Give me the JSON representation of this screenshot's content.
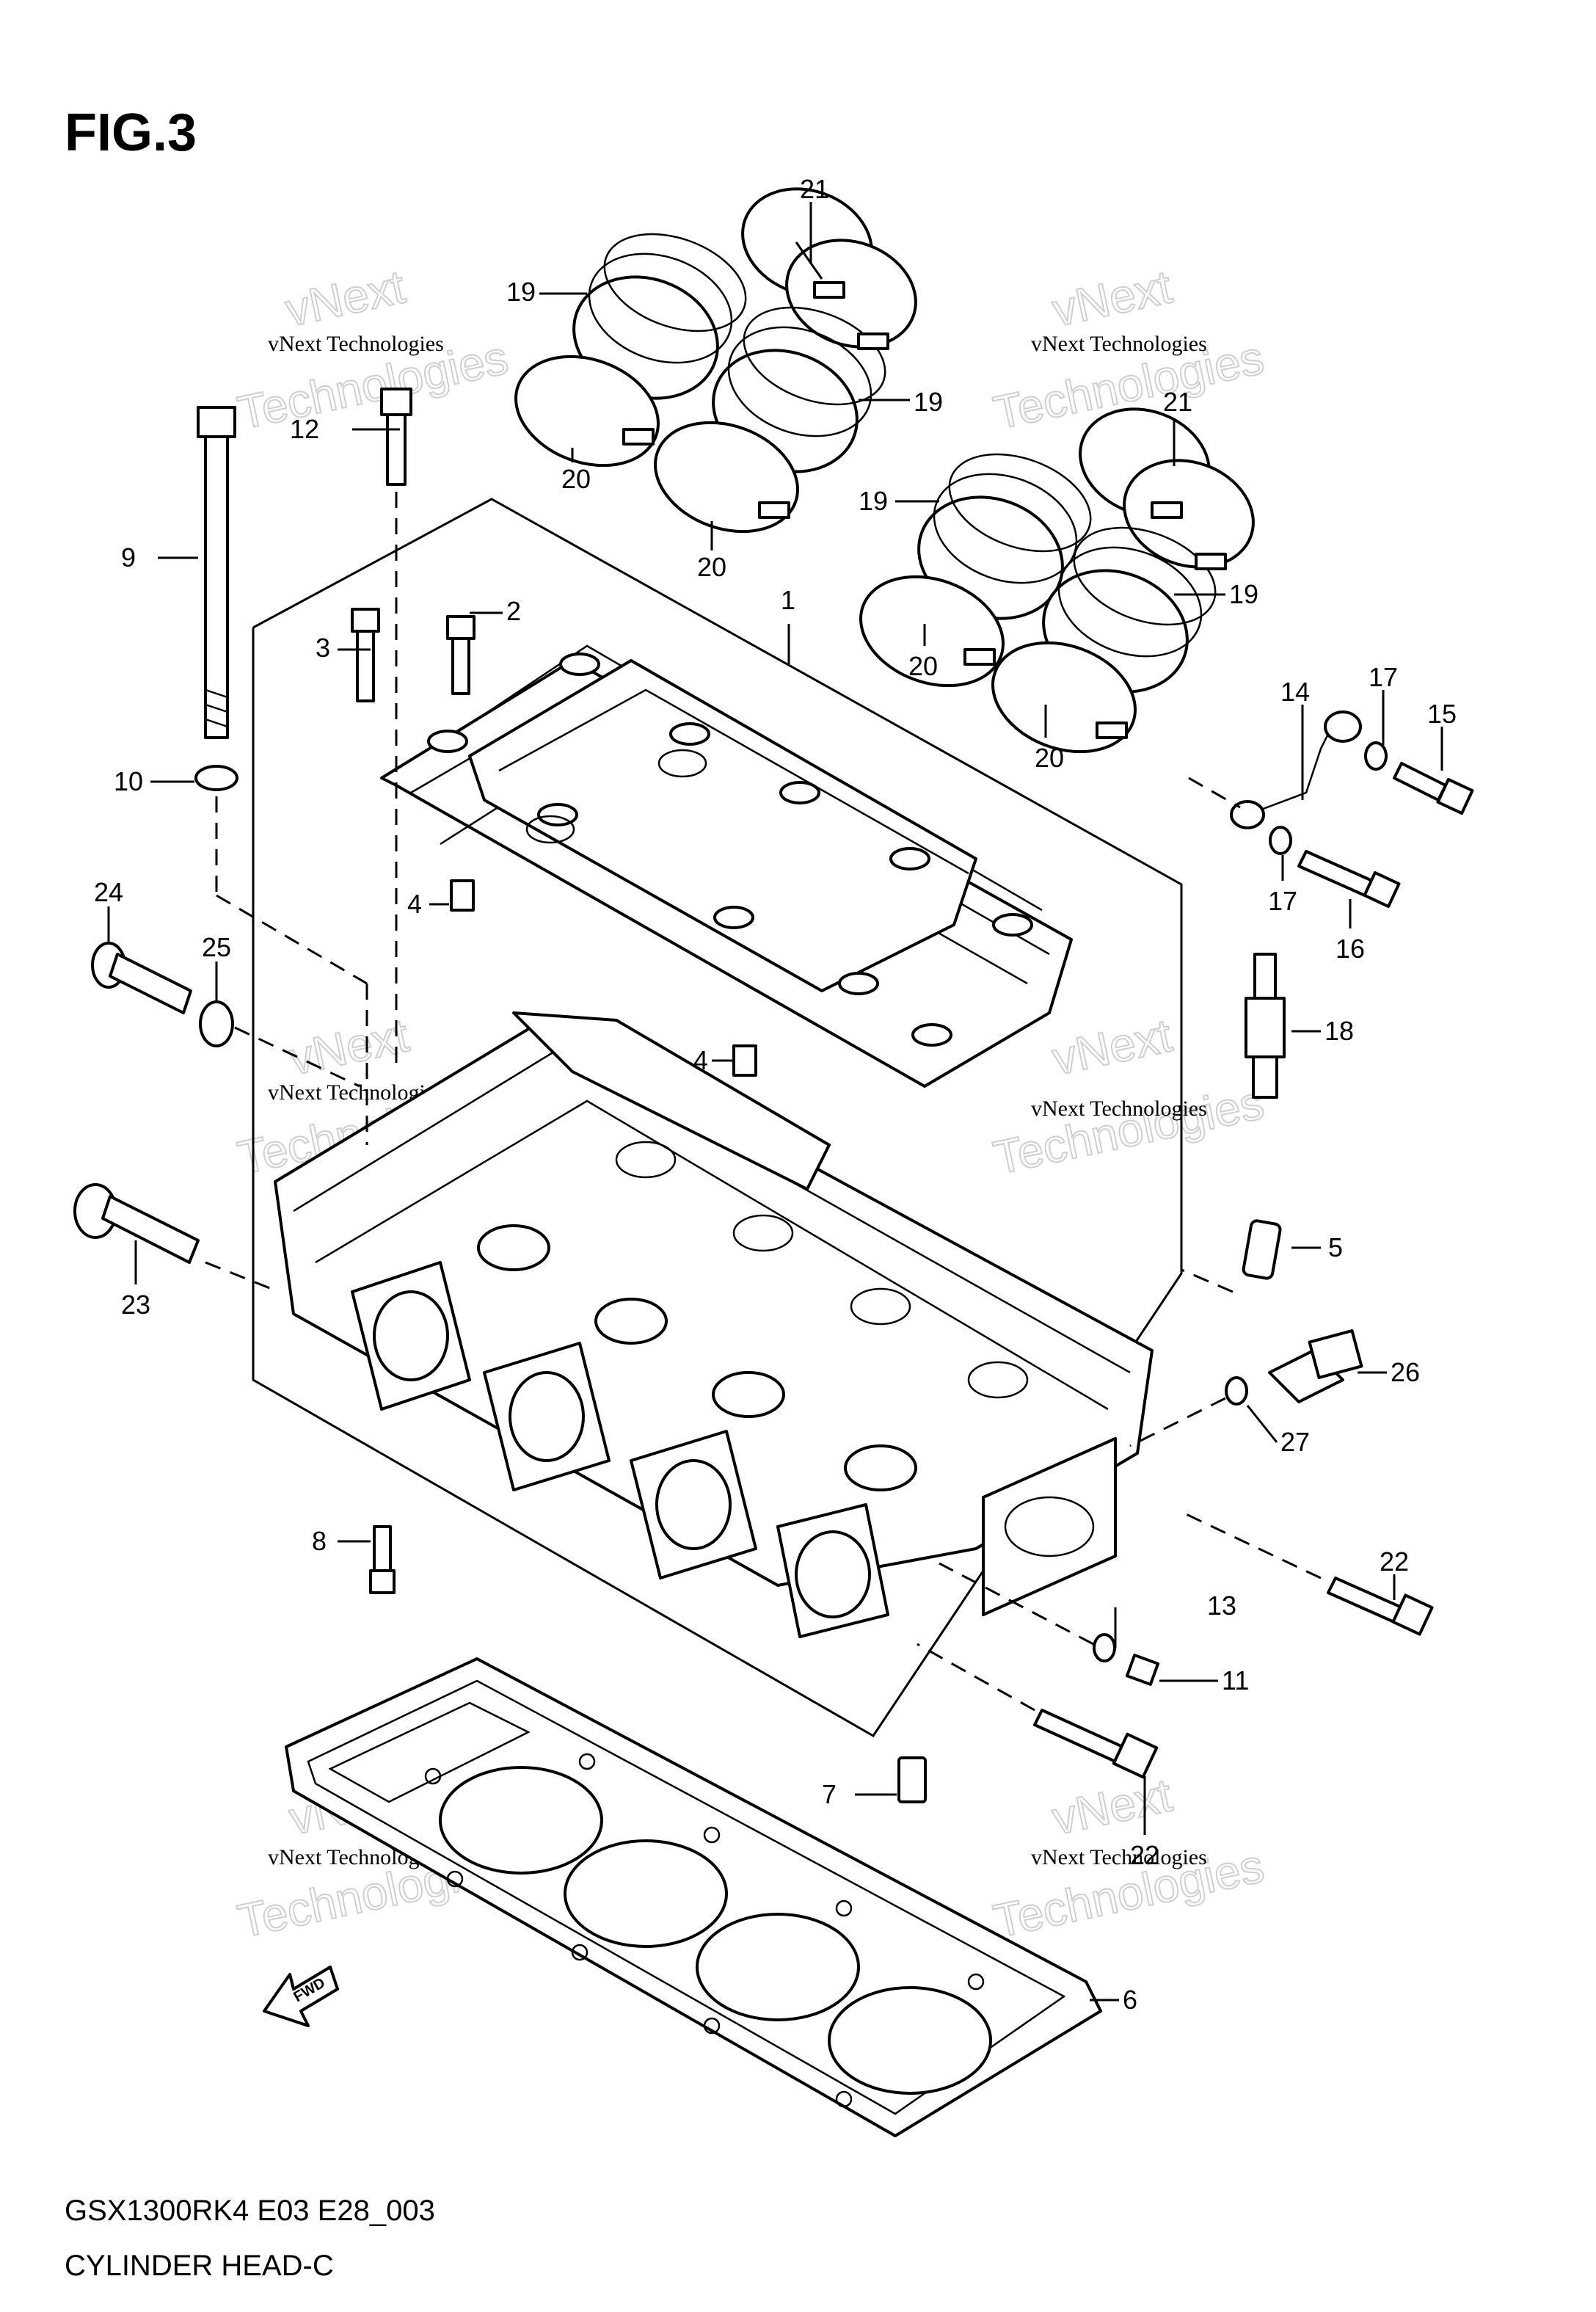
{
  "figure": {
    "title": "FIG.3"
  },
  "footer": {
    "model_code": "GSX1300RK4 E03 E28_003",
    "section_name": "CYLINDER HEAD-C"
  },
  "watermark": {
    "line1": "vNext Technologies",
    "line2": "vNext",
    "line3": "Technologies"
  },
  "fwd_marker": {
    "label": "FWD"
  },
  "callouts": [
    {
      "id": "c1",
      "label": "1"
    },
    {
      "id": "c2",
      "label": "2"
    },
    {
      "id": "c3",
      "label": "3"
    },
    {
      "id": "c4a",
      "label": "4"
    },
    {
      "id": "c4b",
      "label": "4"
    },
    {
      "id": "c5",
      "label": "5"
    },
    {
      "id": "c6",
      "label": "6"
    },
    {
      "id": "c7",
      "label": "7"
    },
    {
      "id": "c8",
      "label": "8"
    },
    {
      "id": "c9",
      "label": "9"
    },
    {
      "id": "c10",
      "label": "10"
    },
    {
      "id": "c11",
      "label": "11"
    },
    {
      "id": "c12",
      "label": "12"
    },
    {
      "id": "c13",
      "label": "13"
    },
    {
      "id": "c14",
      "label": "14"
    },
    {
      "id": "c15",
      "label": "15"
    },
    {
      "id": "c16",
      "label": "16"
    },
    {
      "id": "c17a",
      "label": "17"
    },
    {
      "id": "c17b",
      "label": "17"
    },
    {
      "id": "c18",
      "label": "18"
    },
    {
      "id": "c19a",
      "label": "19"
    },
    {
      "id": "c19b",
      "label": "19"
    },
    {
      "id": "c19c",
      "label": "19"
    },
    {
      "id": "c19d",
      "label": "19"
    },
    {
      "id": "c20a",
      "label": "20"
    },
    {
      "id": "c20b",
      "label": "20"
    },
    {
      "id": "c20c",
      "label": "20"
    },
    {
      "id": "c20d",
      "label": "20"
    },
    {
      "id": "c21a",
      "label": "21"
    },
    {
      "id": "c21b",
      "label": "21"
    },
    {
      "id": "c22a",
      "label": "22"
    },
    {
      "id": "c22b",
      "label": "22"
    },
    {
      "id": "c23",
      "label": "23"
    },
    {
      "id": "c24",
      "label": "24"
    },
    {
      "id": "c25",
      "label": "25"
    },
    {
      "id": "c26",
      "label": "26"
    },
    {
      "id": "c27",
      "label": "27"
    }
  ]
}
